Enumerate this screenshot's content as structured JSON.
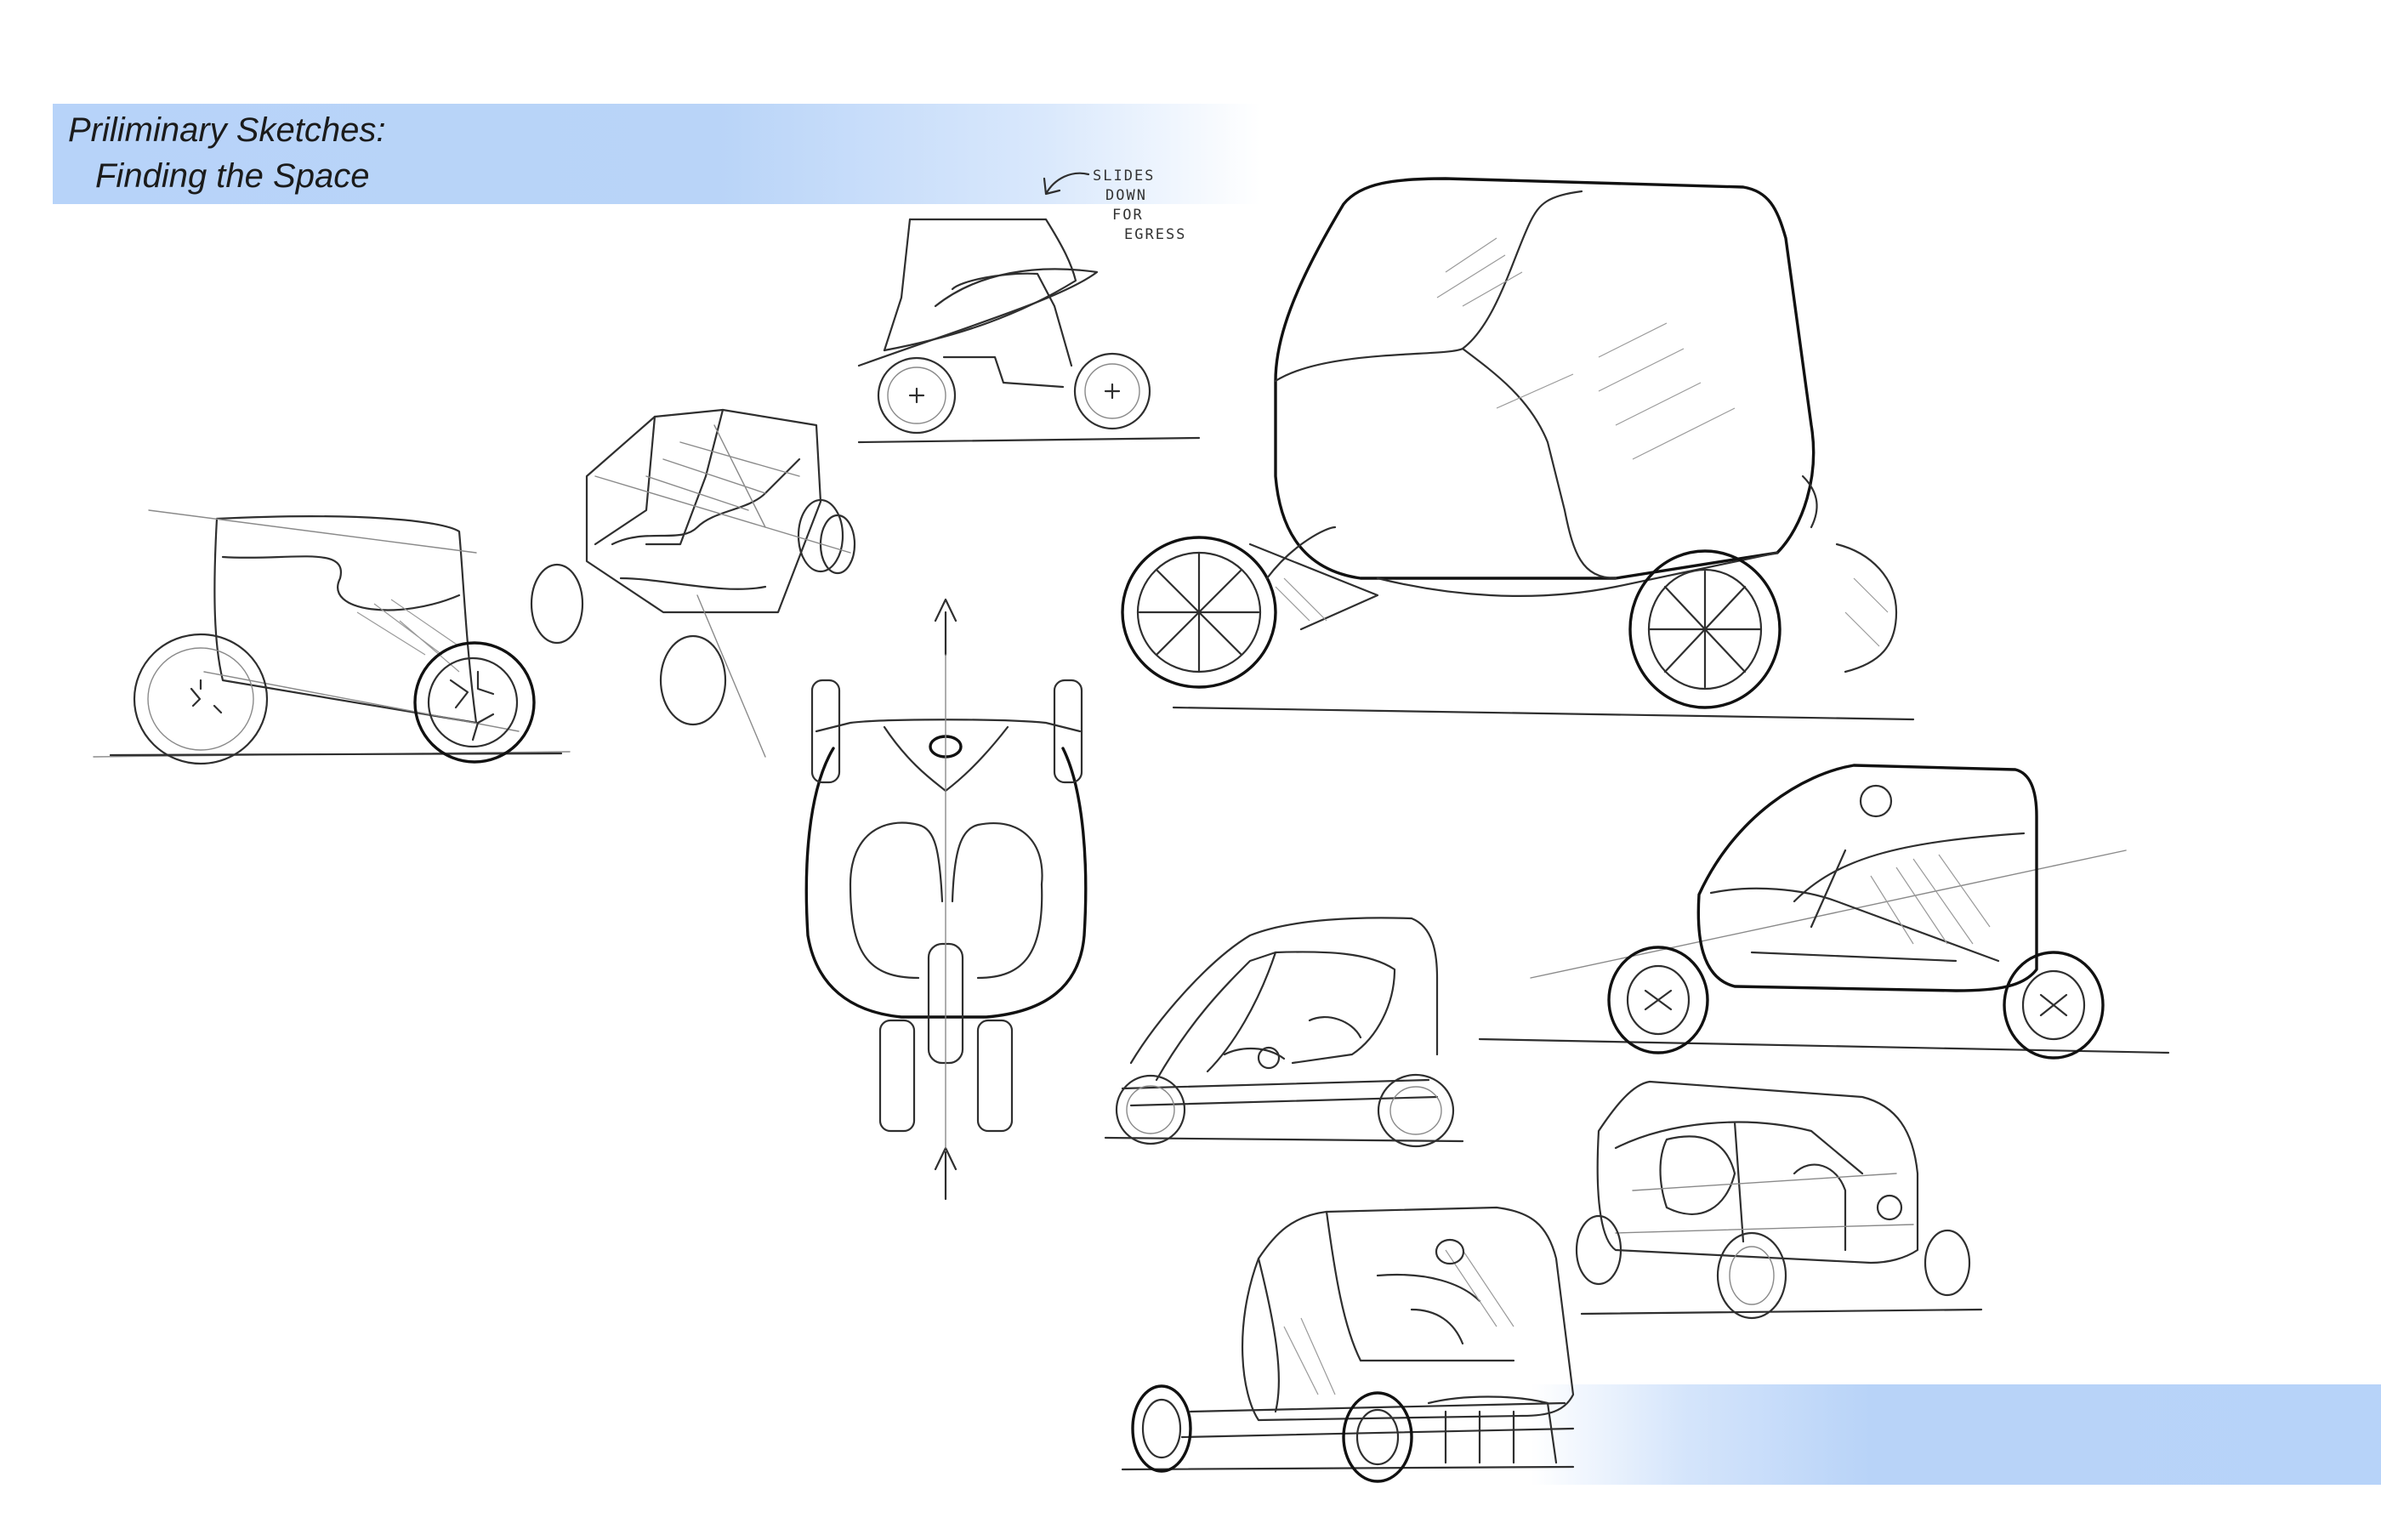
{
  "header": {
    "title_line1": "Priliminary Sketches:",
    "title_line2": "Finding the Space",
    "band_color": "#b7d3f9"
  },
  "annotation": {
    "line1": "SLIDES",
    "line2": "DOWN",
    "line3": "FOR",
    "line4": "EGRESS"
  },
  "sketches": [
    "side-view-vehicle-sketch",
    "perspective-wireframe-sketch",
    "sliding-canopy-side-sketch",
    "top-view-vehicle-sketch",
    "hero-perspective-sketch",
    "side-profile-sketch",
    "open-frame-sketch",
    "three-quarter-rear-sketch",
    "front-three-quarter-sketch"
  ]
}
